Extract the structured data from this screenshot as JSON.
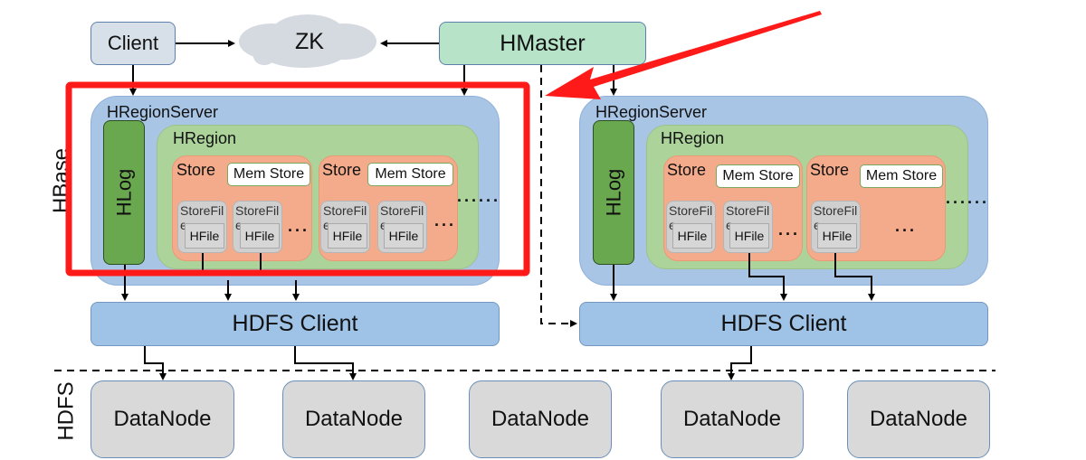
{
  "diagram": {
    "top": {
      "client": "Client",
      "zk": "ZK",
      "hmaster": "HMaster"
    },
    "side_labels": {
      "hbase": "HBase",
      "hdfs": "HDFS"
    },
    "region_servers": [
      {
        "label": "HRegionServer",
        "hlog": "HLog",
        "region": {
          "label": "HRegion",
          "stores": [
            {
              "label": "Store",
              "memstore": "Mem Store",
              "storefiles": [
                {
                  "label": "StoreFile",
                  "hfile": "HFile"
                },
                {
                  "label": "StoreFile",
                  "hfile": "HFile"
                }
              ],
              "ellipsis": "..."
            },
            {
              "label": "Store",
              "memstore": "Mem Store",
              "storefiles": [
                {
                  "label": "StoreFile",
                  "hfile": "HFile"
                },
                {
                  "label": "StoreFile",
                  "hfile": "HFile"
                }
              ],
              "ellipsis": "..."
            }
          ],
          "ellipsis": "......"
        },
        "highlighted": true
      },
      {
        "label": "HRegionServer",
        "hlog": "HLog",
        "region": {
          "label": "HRegion",
          "stores": [
            {
              "label": "Store",
              "memstore": "Mem Store",
              "storefiles": [
                {
                  "label": "StoreFile",
                  "hfile": "HFile"
                },
                {
                  "label": "StoreFile",
                  "hfile": "HFile"
                }
              ],
              "ellipsis": "..."
            },
            {
              "label": "Store",
              "memstore": "Mem Store",
              "storefiles": [
                {
                  "label": "StoreFile",
                  "hfile": "HFile"
                }
              ],
              "ellipsis": "..."
            }
          ],
          "ellipsis": "......"
        },
        "highlighted": false
      }
    ],
    "hdfs_clients": [
      "HDFS Client",
      "HDFS Client"
    ],
    "datanodes": [
      "DataNode",
      "DataNode",
      "DataNode",
      "DataNode",
      "DataNode"
    ],
    "colors": {
      "highlight": "#ff1a1a",
      "region_server": "#a9c5e6",
      "region": "#abd39a",
      "store": "#f4ab8b",
      "hlog": "#6aa84f",
      "hmaster": "#b7e3c9",
      "datanode": "#d9d9d9"
    }
  }
}
